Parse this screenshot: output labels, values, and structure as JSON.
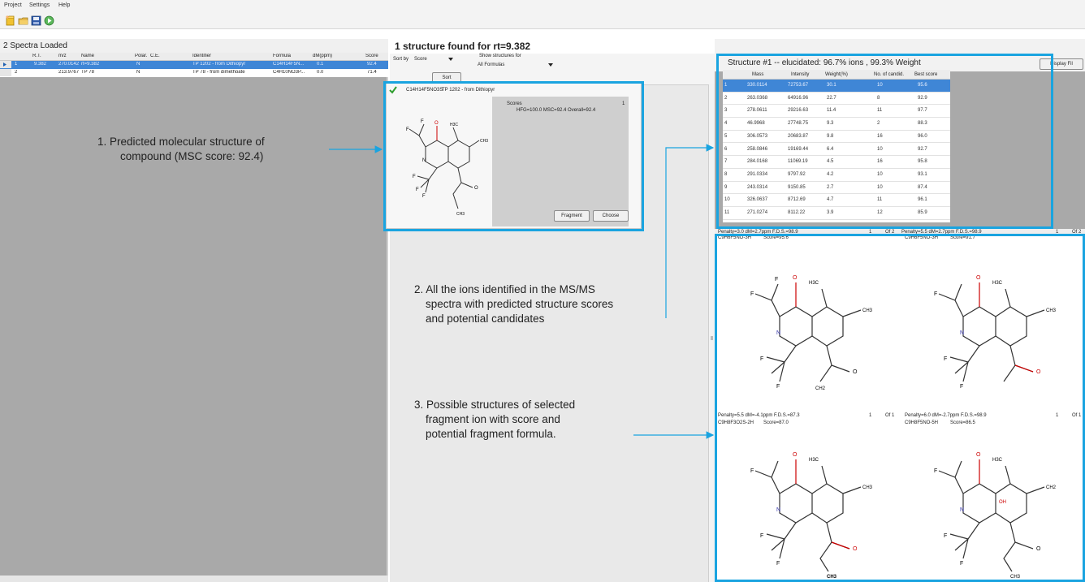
{
  "menu": {
    "items": [
      "Project",
      "Settings",
      "Help"
    ]
  },
  "toolbar": {
    "icons": [
      "new-project-icon",
      "open-folder-icon",
      "save-icon",
      "run-icon"
    ]
  },
  "left_panel": {
    "title": "2 Spectra Loaded",
    "columns": [
      "R.T.",
      "m/z",
      "Name",
      "Polar.",
      "C.E.",
      "Identifier",
      "Formula",
      "dM(ppm)",
      "Score"
    ],
    "rows": [
      {
        "index": "1",
        "rt": "9.382",
        "mz": "270.0142",
        "name": "rt=9.382",
        "polar": "N",
        "ce": "",
        "identifier": "TP 1202 - from Dithiopyr",
        "formula": "C14H14F5N...",
        "dm": "0.1",
        "score": "92.4",
        "selected": true
      },
      {
        "index": "2",
        "rt": "",
        "mz": "213.9767",
        "name": "TP 78",
        "polar": "N",
        "ce": "",
        "identifier": "TP 78 - from dimethoate",
        "formula": "C4H10NO3P...",
        "dm": "0.0",
        "score": "71.4",
        "selected": false
      }
    ]
  },
  "middle": {
    "title": "1 structure found for rt=9.382",
    "sort_label": "Sort by",
    "sort_value": "Score",
    "show_label": "Show structures for",
    "show_value": "All Formulas",
    "sort_button": "Sort",
    "candidate": {
      "formula": "C14H14F5NO3S",
      "name": "TP 1202 - from Dithiopyr",
      "scores_label": "Scores",
      "scores_index": "1",
      "scores_text": "HFG=100.0  MSC=92.4  Overall=92.4",
      "fragment_button": "Fragment",
      "choose_button": "Choose"
    }
  },
  "right_top": {
    "title": "Structure #1 -- elucidated: 96.7% ions , 99.3% Weight",
    "display_button": "Display Fil",
    "columns": [
      "Mass",
      "Intensity",
      "Weight(%)",
      "No. of candid.",
      "Best score"
    ],
    "rows": [
      [
        "1",
        "330.0114",
        "72753.67",
        "30.1",
        "10",
        "95.6"
      ],
      [
        "2",
        "263.0368",
        "64916.96",
        "22.7",
        "8",
        "92.9"
      ],
      [
        "3",
        "278.0611",
        "29216.63",
        "11.4",
        "11",
        "97.7"
      ],
      [
        "4",
        "46.9968",
        "27748.75",
        "9.3",
        "2",
        "88.3"
      ],
      [
        "5",
        "306.0573",
        "20683.87",
        "9.8",
        "16",
        "96.0"
      ],
      [
        "6",
        "258.0846",
        "19169.44",
        "6.4",
        "10",
        "92.7"
      ],
      [
        "7",
        "284.0168",
        "11069.19",
        "4.5",
        "16",
        "95.8"
      ],
      [
        "8",
        "291.0334",
        "9797.92",
        "4.2",
        "10",
        "93.1"
      ],
      [
        "9",
        "243.0314",
        "9150.85",
        "2.7",
        "10",
        "87.4"
      ],
      [
        "10",
        "326.0637",
        "8712.69",
        "4.7",
        "11",
        "96.1"
      ],
      [
        "11",
        "271.0274",
        "8112.22",
        "3.9",
        "12",
        "85.9"
      ]
    ]
  },
  "right_bottom": {
    "penalty_row1_left": "Penalty=3.0  dM=2.7ppm  F.D.S.=98.9",
    "page_row1_left": "1",
    "of_row1_left": "Of 2",
    "penalty_row1_right": "Penalty=5.5  dM=2.7ppm  F.D.S.=98.9",
    "page_row1_right": "1",
    "of_row1_right": "Of 2",
    "fragments": [
      {
        "formula": "C9H6F5NO-3H",
        "score": "Score=95.6"
      },
      {
        "formula": "C9H6F5NO-3H",
        "score": "Score=91.7"
      },
      {
        "formula": "C9H8F3O2S-2H",
        "score": "Score=87.0"
      },
      {
        "formula": "C9H8F5NO-5H",
        "score": "Score=86.5"
      }
    ],
    "penalty_row2_left": "Penalty=5.5  dM=-4.1ppm  F.D.S.=87.3",
    "page_row2_left": "1",
    "of_row2_left": "Of 1",
    "penalty_row2_right": "Penalty=6.0  dM=-2.7ppm  F.D.S.=98.9",
    "page_row2_right": "1",
    "of_row2_right": "Of 1"
  },
  "annotations": {
    "a1_line1": "1. Predicted molecular structure of",
    "a1_line2": "compound (MSC score: 92.4)",
    "a2_line1": "2. All the ions identified in the MS/MS",
    "a2_line2": "spectra with predicted structure scores",
    "a2_line3": "and potential candidates",
    "a3_line1": "3. Possible structures of selected",
    "a3_line2": "fragment ion with score and",
    "a3_line3": "potential fragment formula."
  },
  "colors": {
    "accent": "#1aa4e0",
    "selection": "#3f86d6",
    "panel_grey": "#a9a9a9"
  },
  "molecule_labels": {
    "f": "F",
    "o": "O",
    "n": "N",
    "oh": "OH",
    "ch3": "CH3",
    "ch2": "CH2",
    "h3c": "H3C"
  }
}
